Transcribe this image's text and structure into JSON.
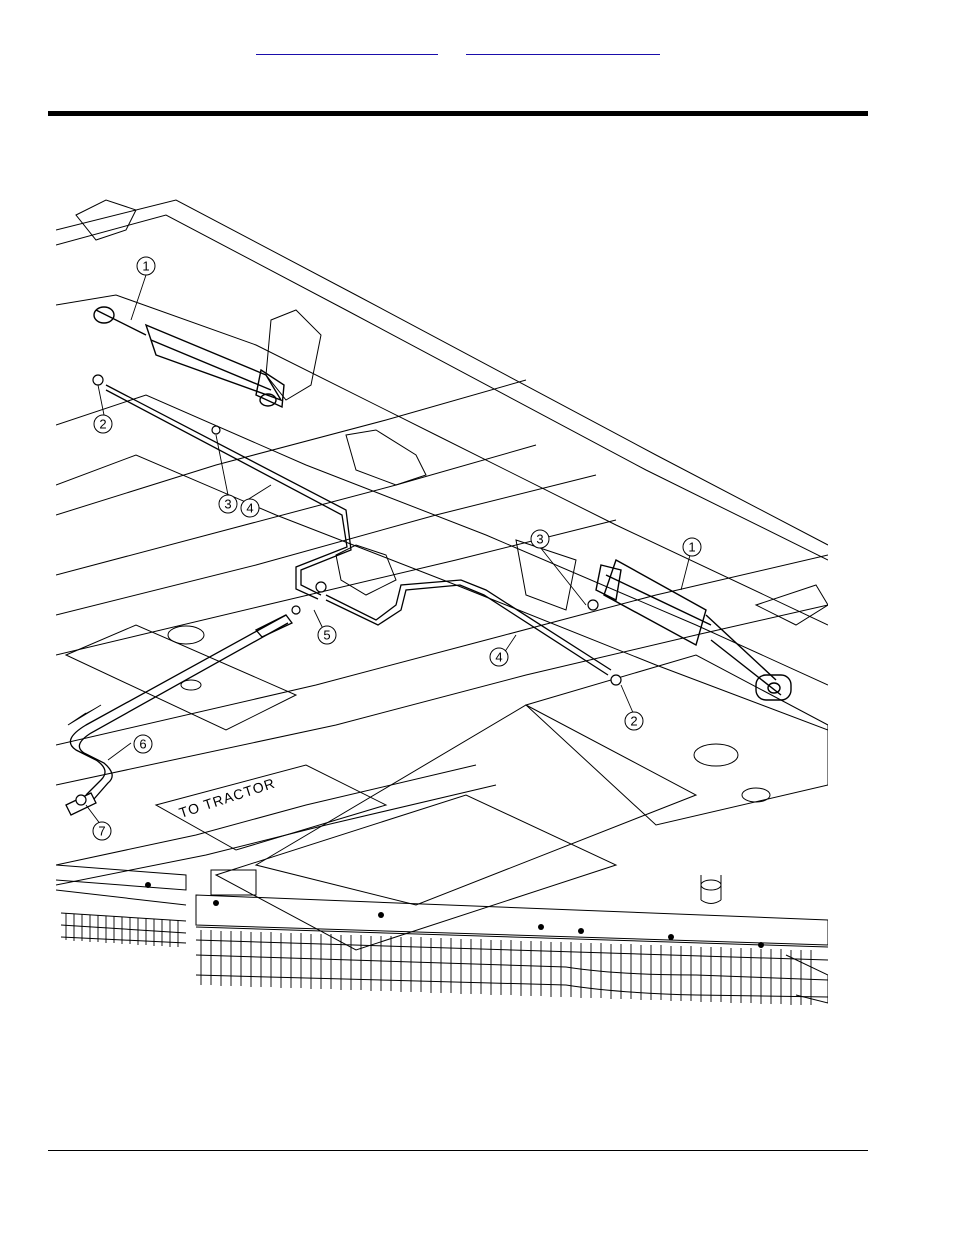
{
  "nav": {
    "links": [
      {
        "label": ""
      },
      {
        "label": ""
      }
    ]
  },
  "figure": {
    "callouts": [
      "1",
      "2",
      "3",
      "4",
      "1",
      "3",
      "4",
      "2",
      "5",
      "6",
      "7"
    ],
    "label_to_tractor": "TO TRACTOR"
  },
  "colors": {
    "link": "#1a0dab",
    "rule": "#000000",
    "line_art": "#000000"
  }
}
